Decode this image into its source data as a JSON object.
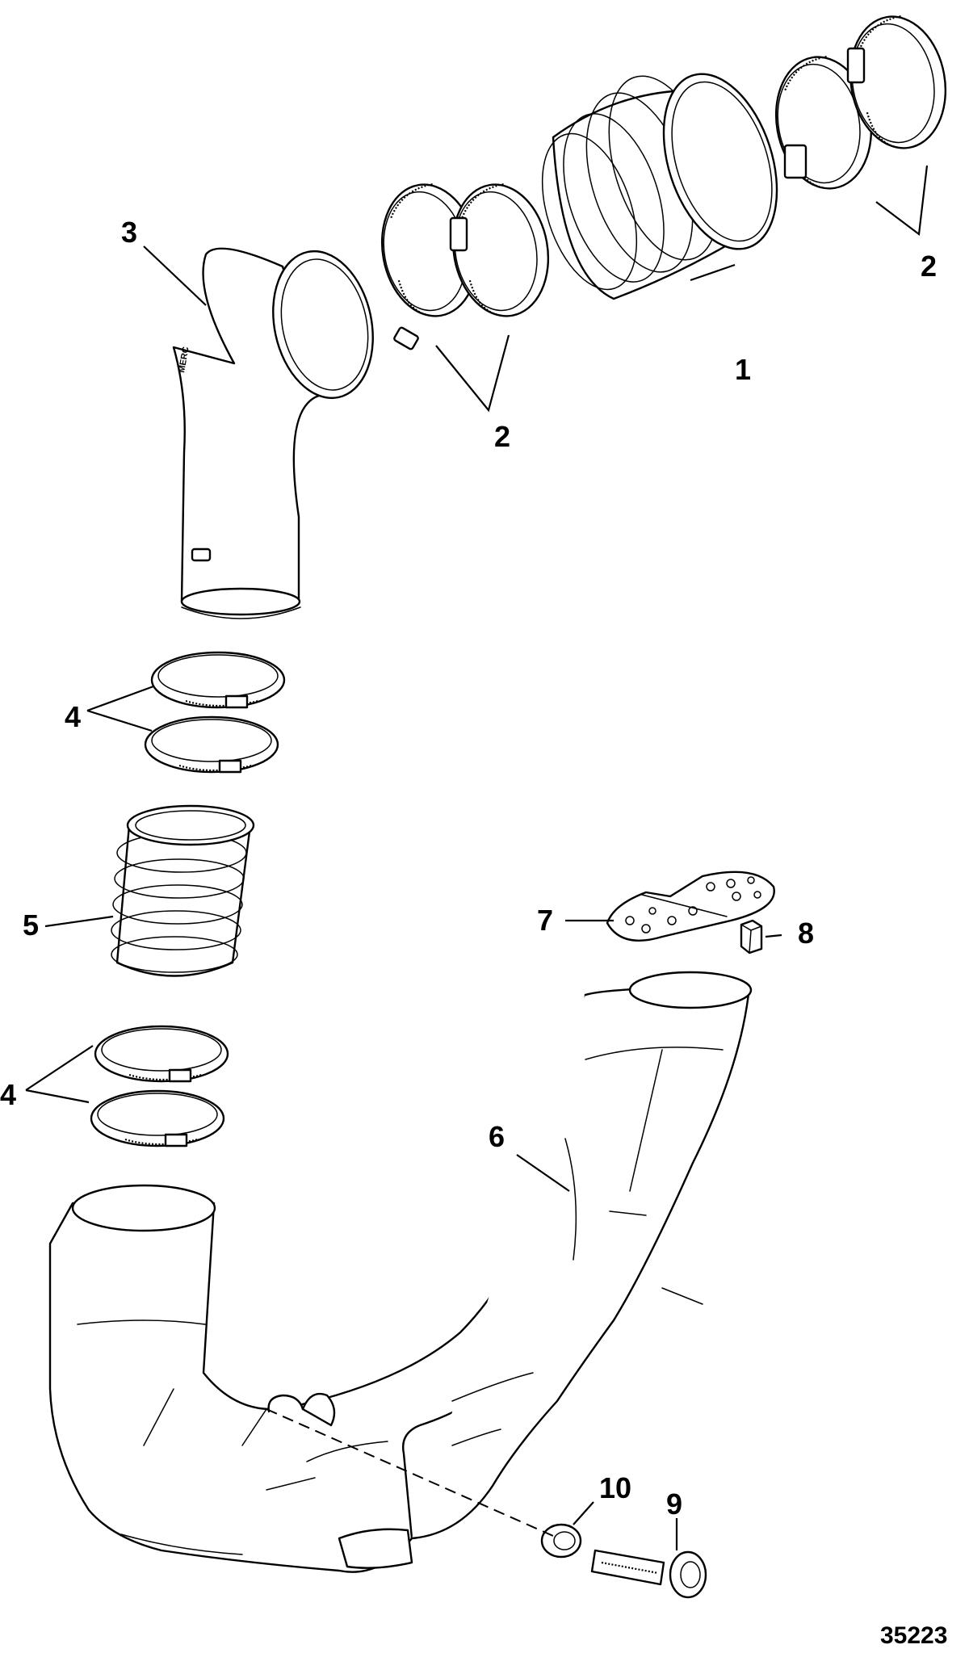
{
  "callouts": {
    "c1": "1",
    "c2a": "2",
    "c2b": "2",
    "c3": "3",
    "c4a": "4",
    "c4b": "4",
    "c5": "5",
    "c6": "6",
    "c7": "7",
    "c8": "8",
    "c9": "9",
    "c10": "10"
  },
  "part_stamp": "MERC",
  "figure_number": "35223",
  "colors": {
    "line": "#000000",
    "background": "#ffffff"
  }
}
